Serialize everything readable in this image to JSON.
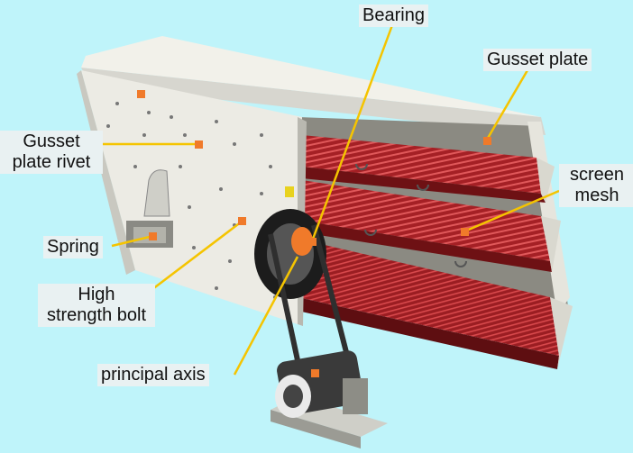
{
  "labels": {
    "bearing": "Bearing",
    "gusset_plate": "Gusset plate",
    "gusset_plate_rivet_line1": "Gusset",
    "gusset_plate_rivet_line2": "plate rivet",
    "screen_mesh_line1": "screen",
    "screen_mesh_line2": "mesh",
    "spring": "Spring",
    "high_strength_bolt_line1": "High",
    "high_strength_bolt_line2": "strength bolt",
    "principal_axis": "principal axis"
  },
  "colors": {
    "background": "#bff4fa",
    "leader_line": "#f5c400",
    "marker": "#f07a2a",
    "frame_light": "#ecebe4",
    "frame_shadow": "#a9a79d",
    "screen_red": "#b5272c",
    "screen_dark": "#6e1114",
    "belt": "#2f2f2f",
    "motor_body": "#3a3a3a"
  }
}
